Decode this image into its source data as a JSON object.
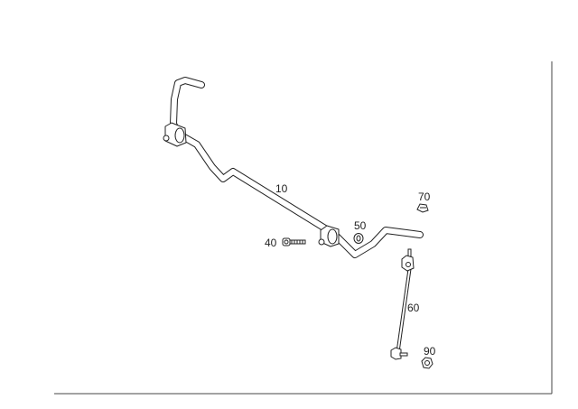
{
  "diagram": {
    "parts": [
      {
        "id": "10",
        "name": "stabilizer-bar"
      },
      {
        "id": "40",
        "name": "bolt"
      },
      {
        "id": "50",
        "name": "nut"
      },
      {
        "id": "60",
        "name": "link-rod"
      },
      {
        "id": "70",
        "name": "clip"
      },
      {
        "id": "90",
        "name": "nut"
      }
    ],
    "colors": {
      "line": "#222222",
      "background": "#ffffff"
    }
  }
}
